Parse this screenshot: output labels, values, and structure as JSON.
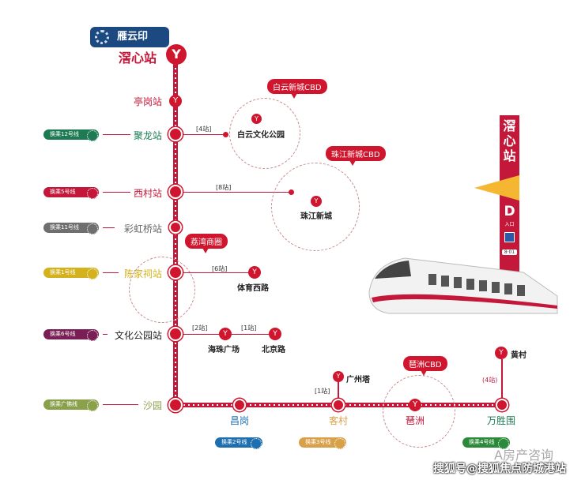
{
  "logo": {
    "text": "雁云印"
  },
  "origin": {
    "name": "滘心站"
  },
  "main_line_stations": [
    {
      "name": "亭岗站",
      "color": "#c4183a"
    },
    {
      "name": "聚龙站",
      "color": "#1d7a52",
      "transfer": "换乘12号线",
      "transfer_color": "#1d7a52"
    },
    {
      "name": "西村站",
      "color": "#c4183a",
      "transfer": "换乘5号线",
      "transfer_color": "#c4183a"
    },
    {
      "name": "彩虹桥站",
      "color": "#666666",
      "transfer": "换乘11号线",
      "transfer_color": "#6f6f6f"
    },
    {
      "name": "陈家祠站",
      "color": "#d4b21e",
      "transfer": "换乘1号线",
      "transfer_color": "#d4b21e"
    },
    {
      "name": "文化公园站",
      "color": "#222222",
      "transfer": "换乘6号线",
      "transfer_color": "#7a1f55"
    },
    {
      "name": "沙园",
      "color": "#8aa04a",
      "transfer": "换乘广佛线",
      "transfer_color": "#8aa04a"
    }
  ],
  "bottom_stations": [
    {
      "name": "昌岗",
      "color": "#1e6fb0",
      "transfer": "换乘2号线",
      "transfer_color": "#1e6fb0"
    },
    {
      "name": "客村",
      "color": "#d9a04a",
      "transfer": "换乘3号线",
      "transfer_color": "#d9a04a"
    },
    {
      "name": "琶洲",
      "color": "#c4183a"
    },
    {
      "name": "万胜围",
      "color": "#1d7a52",
      "transfer": "换乘4号线",
      "transfer_color": "#2a8a3a"
    }
  ],
  "branches": {
    "julong": {
      "count": "[4站]",
      "dest": "白云文化公园",
      "area": "白云新城CBD"
    },
    "xicun": {
      "count": "[8站]",
      "dest": "珠江新城",
      "area": "珠江新城CBD"
    },
    "chenjiaci": {
      "count": "[6站]",
      "dest": "体育西路",
      "area": "荔湾商圈"
    },
    "wenhua": {
      "count1": "[2站]",
      "dest1": "海珠广场",
      "count2": "[1站]",
      "dest2": "北京路"
    },
    "kecun": {
      "count": "[1站]",
      "dest": "广州塔"
    },
    "pazhou": {
      "area": "琶洲CBD"
    },
    "wanshengwei": {
      "count": "(4站)",
      "dest": "黄村"
    }
  },
  "sign": {
    "station": "滘心站",
    "entrance": "D",
    "entrance_sub": "入口",
    "code": "8·01"
  },
  "watermark": {
    "line1": "A房产咨询",
    "line2": "搜狐号@搜狐焦点防城港站"
  }
}
